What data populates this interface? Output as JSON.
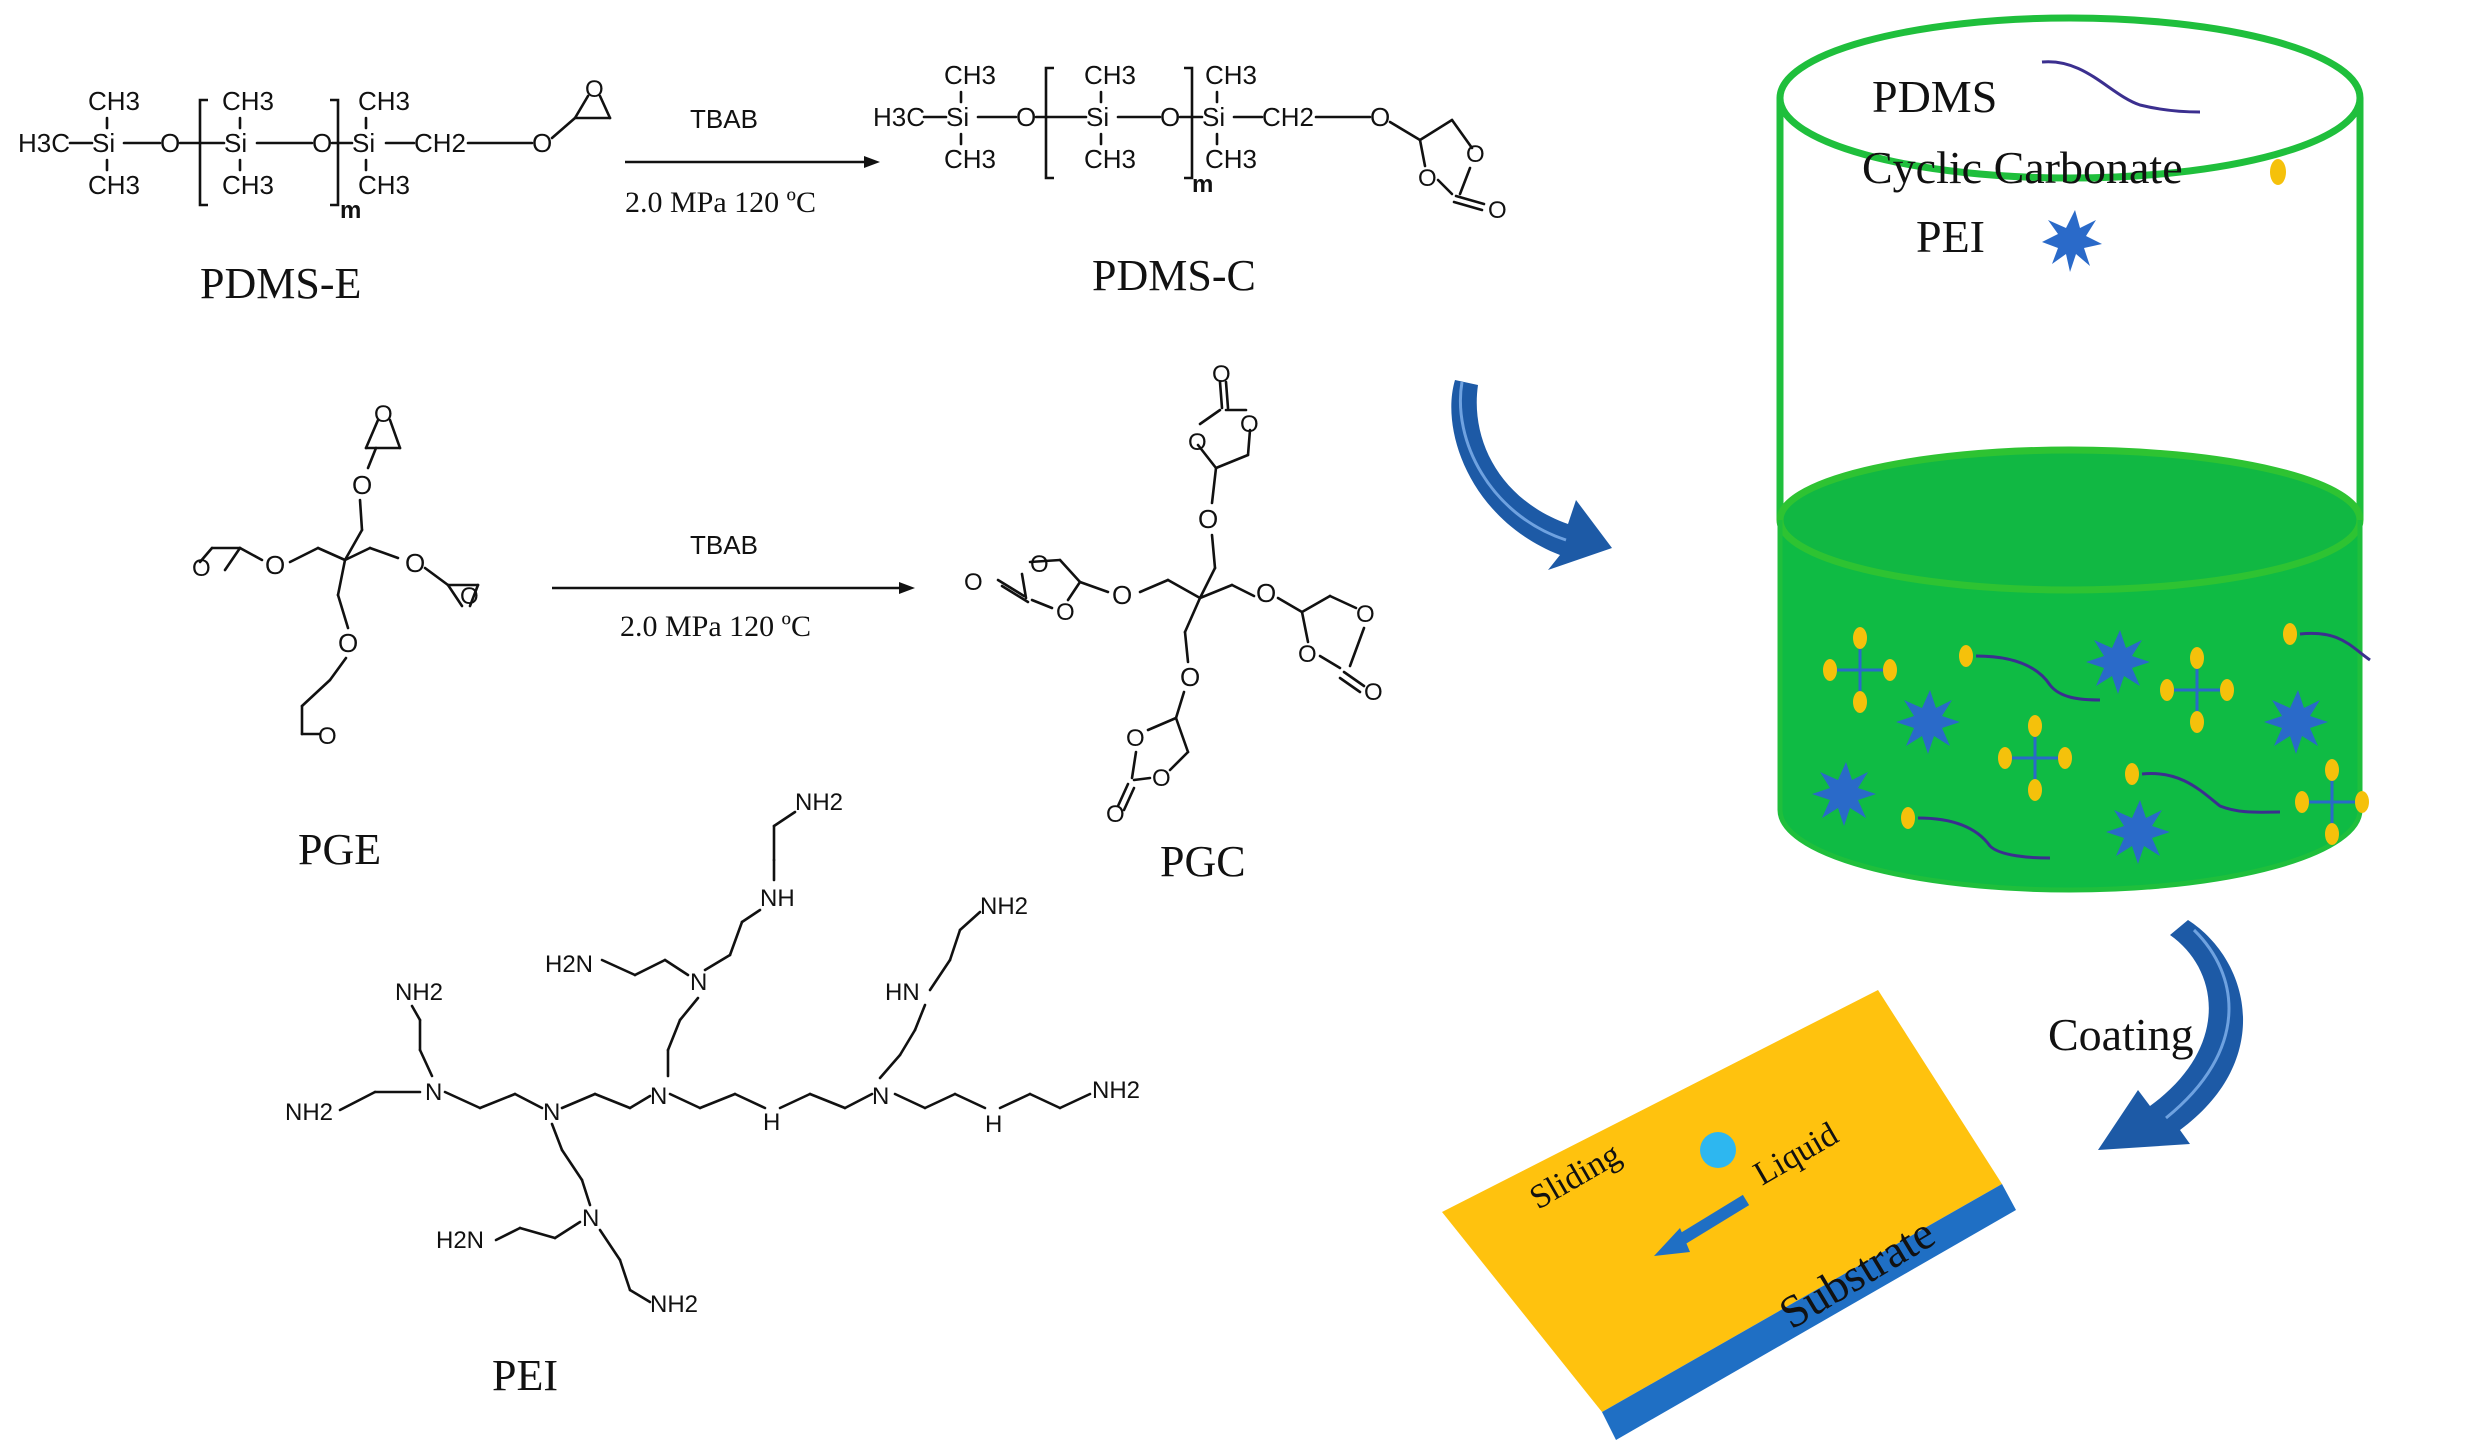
{
  "reaction1": {
    "reactant_label": "PDMS-E",
    "product_label": "PDMS-C",
    "catalyst": "TBAB",
    "conditions": "2.0 MPa  120 ºC",
    "atoms": {
      "h3c": "H3C",
      "ch3": "CH3",
      "si": "Si",
      "o": "O",
      "ch2": "CH2",
      "m": "m",
      "carbonyl_o": "O"
    }
  },
  "reaction2": {
    "reactant_label": "PGE",
    "product_label": "PGC",
    "catalyst": "TBAB",
    "conditions": "2.0 MPa  120 ºC",
    "atoms": {
      "o": "O"
    }
  },
  "pei": {
    "label": "PEI",
    "atoms": {
      "nh2": "NH2",
      "h2n": "H2N",
      "n": "N",
      "nh": "NH",
      "hn": "HN",
      "h": "H"
    }
  },
  "legend": {
    "pdms": "PDMS",
    "cyclic_carbonate": "Cyclic Carbonate",
    "pei": "PEI"
  },
  "process": {
    "coating": "Coating",
    "sliding": "Sliding",
    "liquid": "Liquid",
    "substrate": "Substrate"
  },
  "colors": {
    "beaker_green": "#1fbf3c",
    "beaker_rim": "#2ec332",
    "liquid_green": "#0fbb44",
    "arrow_blue": "#1d5aa6",
    "star_blue": "#2a6ac9",
    "dot_yellow": "#f5c10b",
    "pdms_line": "#3b2f8f",
    "coating_yellow": "#ffc20e",
    "substrate_blue": "#1f6fc4",
    "droplet_cyan": "#2db7f0"
  }
}
